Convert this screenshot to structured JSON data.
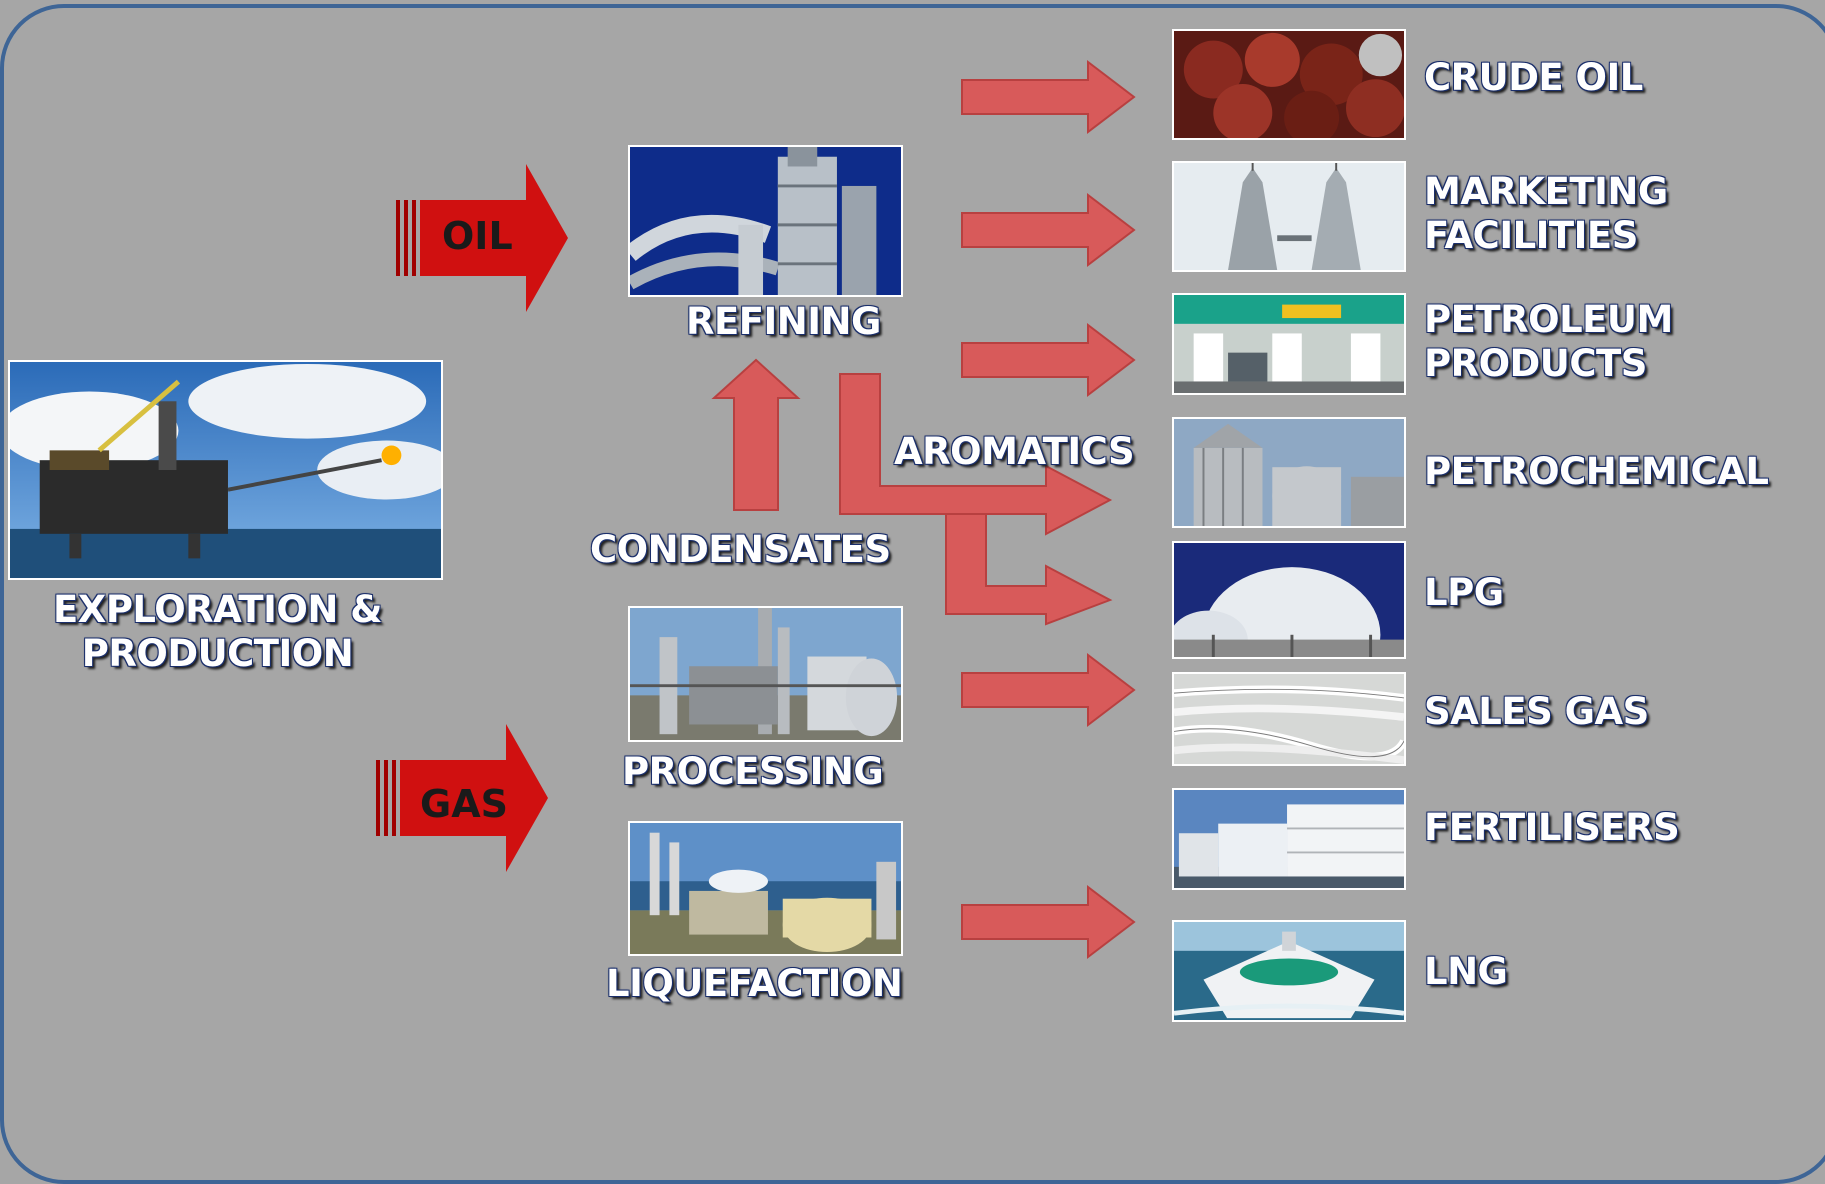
{
  "source": {
    "title_line1": "EXPLORATION &",
    "title_line2": "PRODUCTION"
  },
  "feeds": {
    "oil": "OIL",
    "gas": "GAS"
  },
  "midstream": {
    "refining": "REFINING",
    "condensates": "CONDENSATES",
    "aromatics": "AROMATICS",
    "processing": "PROCESSING",
    "liquefaction": "LIQUEFACTION"
  },
  "products": {
    "crude_oil": "CRUDE OIL",
    "marketing_line1": "MARKETING",
    "marketing_line2": "FACILITIES",
    "petroleum_line1": "PETROLEUM",
    "petroleum_line2": "PRODUCTS",
    "petrochemical": "PETROCHEMICAL",
    "lpg": "LPG",
    "sales_gas": "SALES GAS",
    "fertilisers": "FERTILISERS",
    "lng": "LNG"
  },
  "colors": {
    "arrow_red": "#d01010",
    "arrow_soft": "#d85a5a",
    "label_outline": "#1b2f6b",
    "frame_border": "#3e6596",
    "background": "#a6a6a6"
  }
}
